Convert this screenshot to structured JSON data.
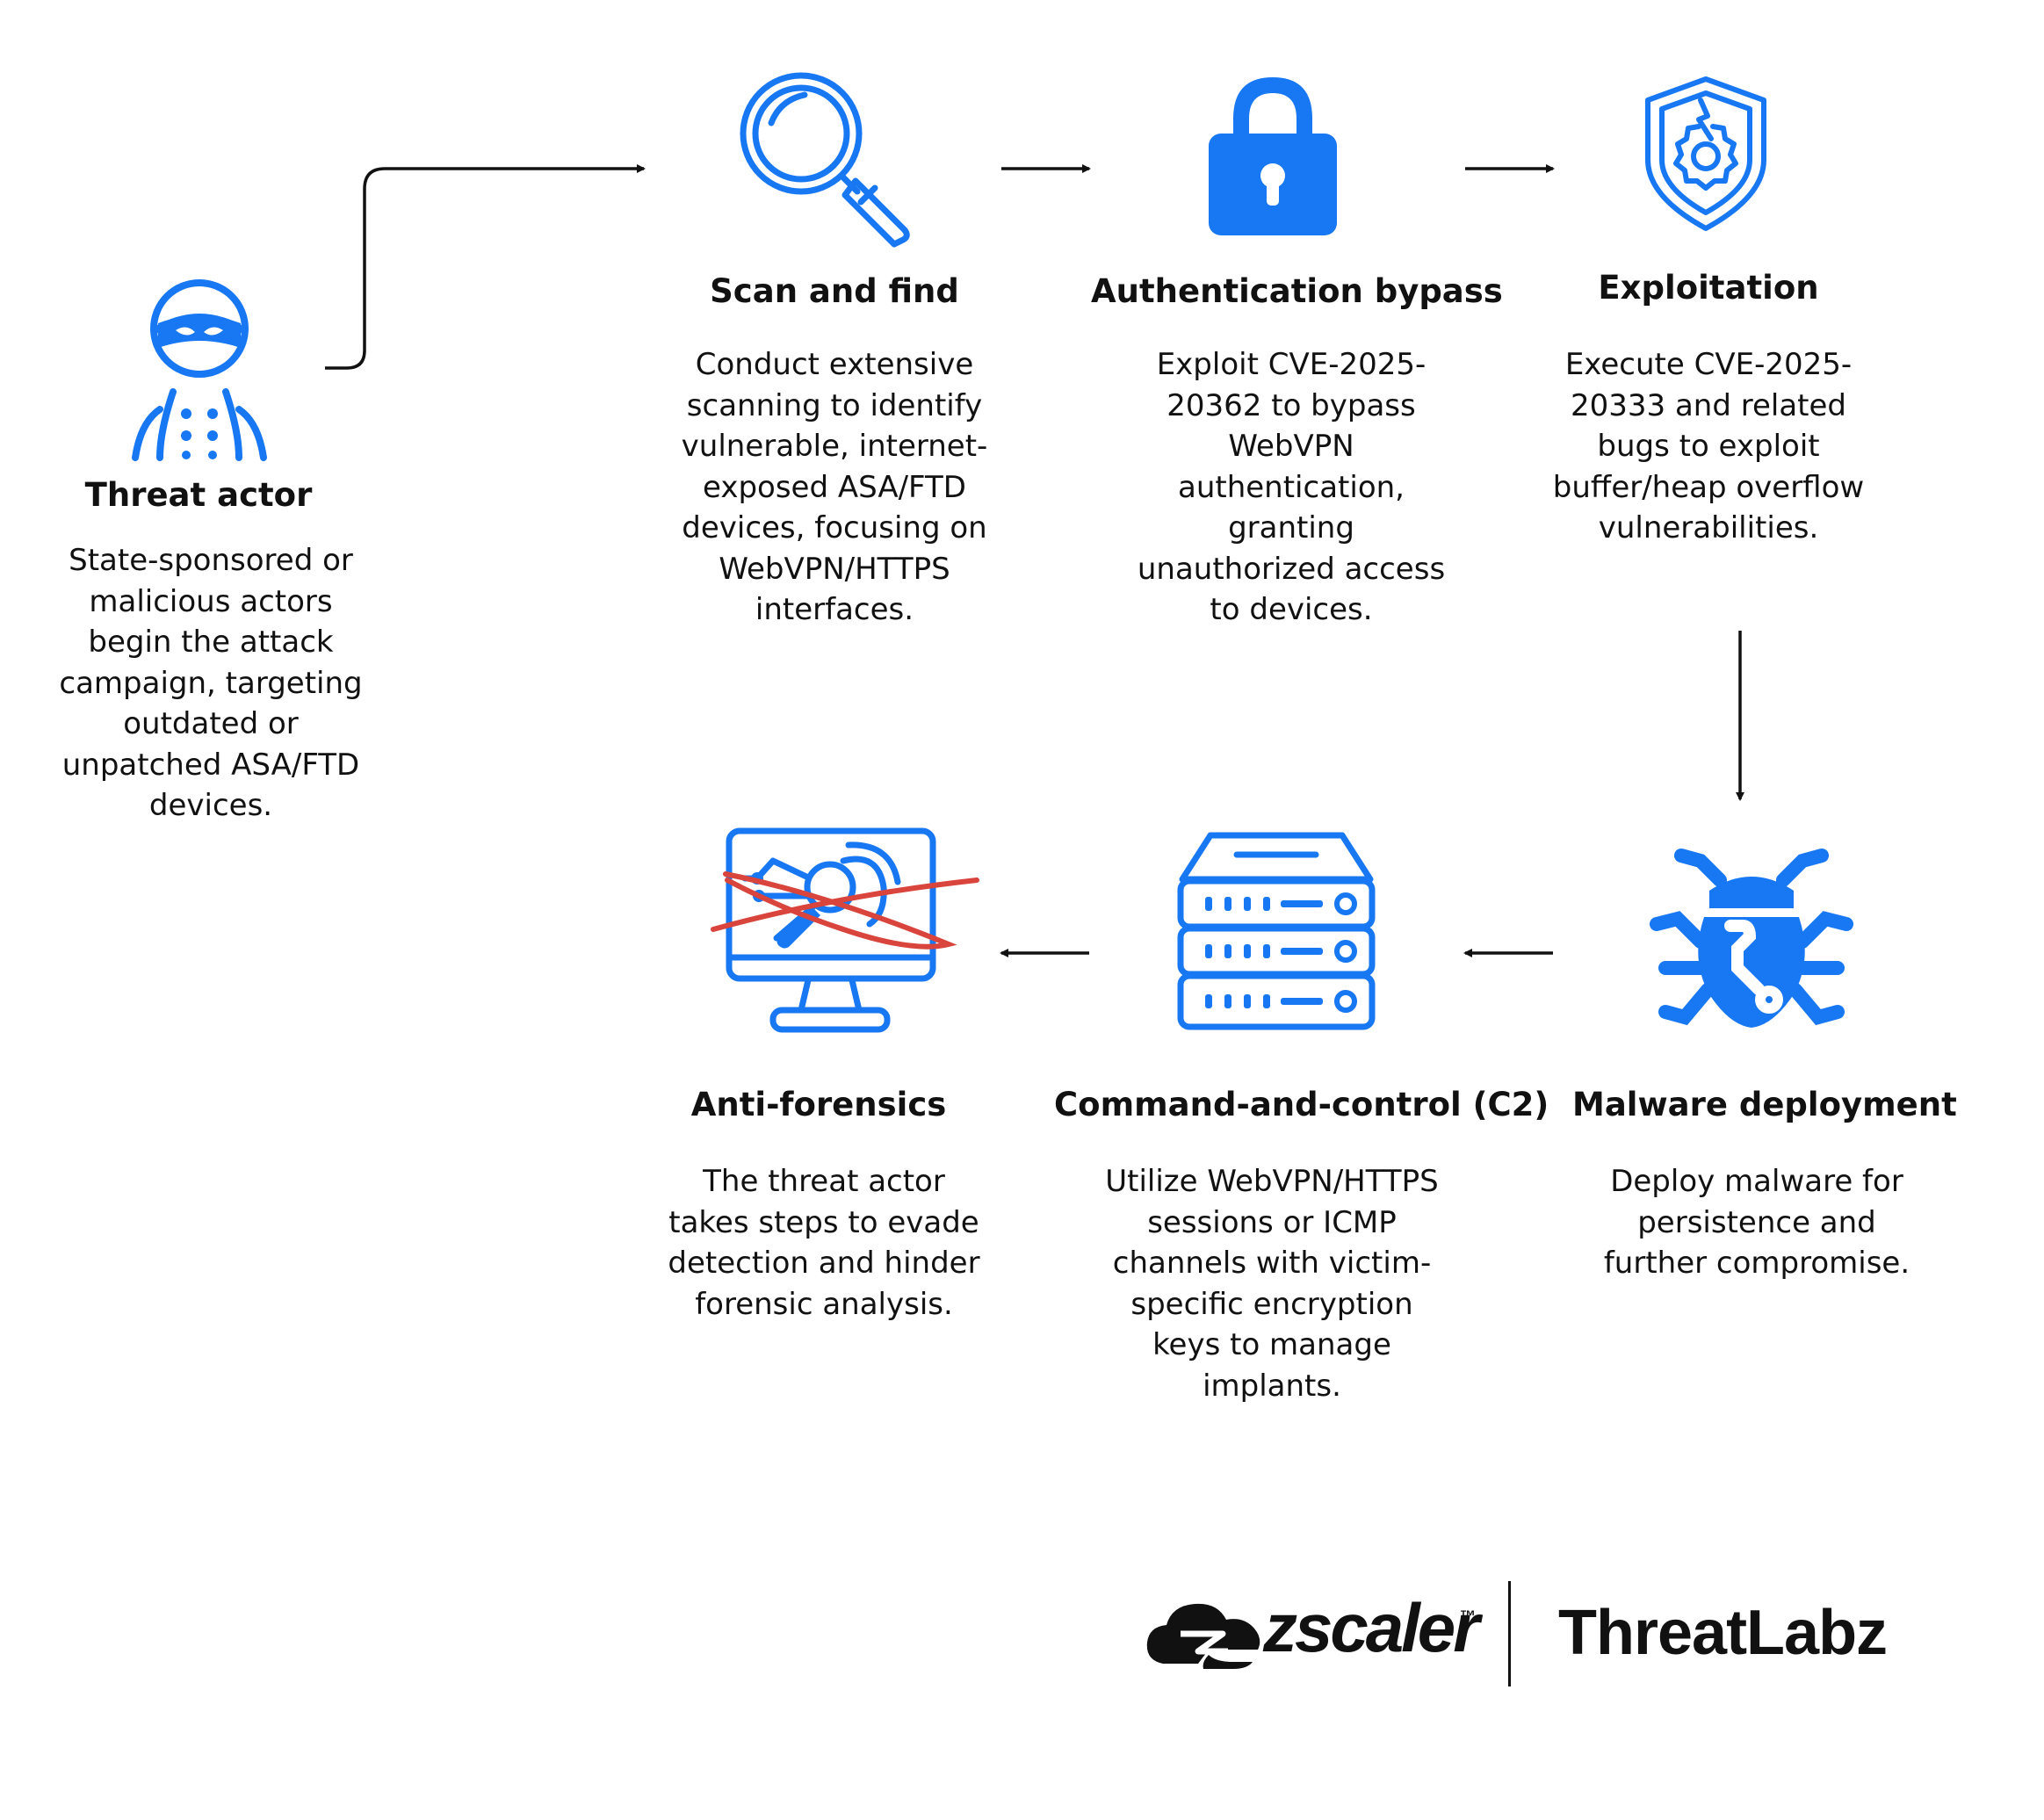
{
  "colors": {
    "icon_blue": "#1877F2",
    "strike_red": "#D9453D",
    "text": "#111111"
  },
  "nodes": [
    {
      "id": "threat-actor",
      "icon": "hooded-hacker-icon",
      "title": "Threat actor",
      "desc": [
        "State-sponsored or",
        "malicious actors",
        "begin the attack",
        "campaign, targeting",
        "outdated or",
        "unpatched ASA/FTD",
        "devices."
      ]
    },
    {
      "id": "scan",
      "icon": "magnifying-glass-icon",
      "title": "Scan and find",
      "desc": [
        "Conduct extensive",
        "scanning to identify",
        "vulnerable, internet-",
        "exposed ASA/FTD",
        "devices, focusing on",
        "WebVPN/HTTPS",
        "interfaces."
      ]
    },
    {
      "id": "auth",
      "icon": "padlock-icon",
      "title": "Authentication bypass",
      "desc": [
        "Exploit CVE-2025-",
        "20362 to bypass",
        "WebVPN",
        "authentication,",
        "granting",
        "unauthorized access",
        "to devices."
      ]
    },
    {
      "id": "exploit",
      "icon": "shield-gear-icon",
      "title": "Exploitation",
      "desc": [
        "Execute CVE-2025-",
        "20333 and related",
        "bugs to exploit",
        "buffer/heap overflow",
        "vulnerabilities."
      ]
    },
    {
      "id": "malware",
      "icon": "bug-icon",
      "title": "Malware deployment",
      "desc": [
        "Deploy malware for",
        "persistence and",
        "further compromise."
      ]
    },
    {
      "id": "c2",
      "icon": "server-icon",
      "title": "Command-and-control (C2)",
      "desc": [
        "Utilize WebVPN/HTTPS",
        "sessions or ICMP",
        "channels with victim-",
        "specific encryption",
        "keys to manage",
        "implants."
      ]
    },
    {
      "id": "antiforensics",
      "icon": "crossed-fingerprint-monitor-icon",
      "title": "Anti-forensics",
      "desc": [
        "The threat actor",
        "takes steps to evade",
        "detection and hinder",
        "forensic analysis."
      ]
    }
  ],
  "logos": {
    "zscaler": "zscaler",
    "trademark": "™",
    "threatlabz": "ThreatLabz"
  }
}
